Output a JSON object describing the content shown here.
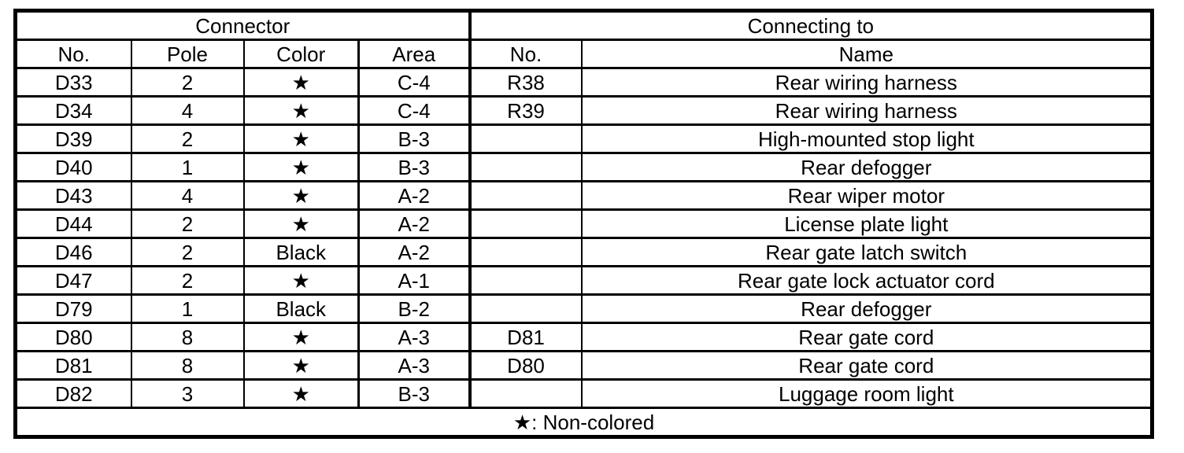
{
  "table": {
    "header_groups": [
      {
        "label": "Connector",
        "colspan": 4
      },
      {
        "label": "Connecting to",
        "colspan": 2
      }
    ],
    "columns": [
      "No.",
      "Pole",
      "Color",
      "Area",
      "No.",
      "Name"
    ],
    "rows": [
      {
        "no": "D33",
        "pole": "2",
        "color": "★",
        "area": "C-4",
        "to_no": "R38",
        "to_name": "Rear wiring harness"
      },
      {
        "no": "D34",
        "pole": "4",
        "color": "★",
        "area": "C-4",
        "to_no": "R39",
        "to_name": "Rear wiring harness"
      },
      {
        "no": "D39",
        "pole": "2",
        "color": "★",
        "area": "B-3",
        "to_no": "",
        "to_name": "High-mounted stop light"
      },
      {
        "no": "D40",
        "pole": "1",
        "color": "★",
        "area": "B-3",
        "to_no": "",
        "to_name": "Rear defogger"
      },
      {
        "no": "D43",
        "pole": "4",
        "color": "★",
        "area": "A-2",
        "to_no": "",
        "to_name": "Rear wiper motor"
      },
      {
        "no": "D44",
        "pole": "2",
        "color": "★",
        "area": "A-2",
        "to_no": "",
        "to_name": "License plate light"
      },
      {
        "no": "D46",
        "pole": "2",
        "color": "Black",
        "area": "A-2",
        "to_no": "",
        "to_name": "Rear gate latch switch"
      },
      {
        "no": "D47",
        "pole": "2",
        "color": "★",
        "area": "A-1",
        "to_no": "",
        "to_name": "Rear gate lock actuator cord"
      },
      {
        "no": "D79",
        "pole": "1",
        "color": "Black",
        "area": "B-2",
        "to_no": "",
        "to_name": "Rear defogger"
      },
      {
        "no": "D80",
        "pole": "8",
        "color": "★",
        "area": "A-3",
        "to_no": "D81",
        "to_name": "Rear gate cord"
      },
      {
        "no": "D81",
        "pole": "8",
        "color": "★",
        "area": "A-3",
        "to_no": "D80",
        "to_name": "Rear gate cord"
      },
      {
        "no": "D82",
        "pole": "3",
        "color": "★",
        "area": "B-3",
        "to_no": "",
        "to_name": "Luggage room light"
      }
    ],
    "footnote": "★: Non-colored"
  },
  "colors": {
    "border": "#000000",
    "background": "#ffffff",
    "text": "#000000"
  }
}
